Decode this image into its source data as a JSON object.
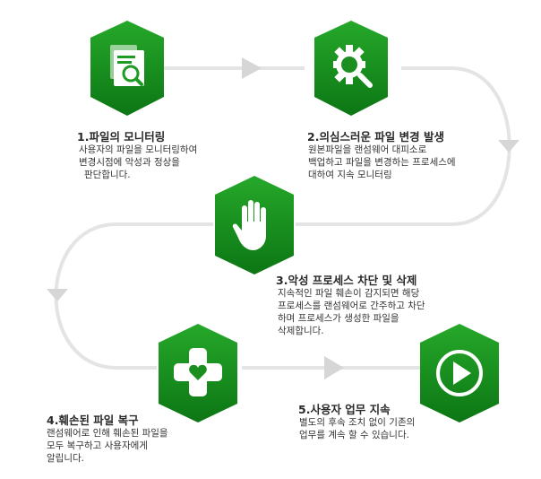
{
  "colors": {
    "green_dark": "#0f7d17",
    "green": "#1f9a23",
    "connector": "#e4e4e4",
    "arrow": "#d8d8d8",
    "title_text": "#2a2a2a",
    "body_text": "#333333"
  },
  "steps": [
    {
      "title": "1.파일의 모니터링",
      "icon": "document-search-icon",
      "desc": [
        "사용자의 파일을 모니터링하여",
        "변경시점에 악성과 정상을",
        "판단합니다."
      ]
    },
    {
      "title": "2.의심스러운 파일 변경 발생",
      "icon": "gear-magnifier-icon",
      "desc": [
        "원본파일을 랜섬웨어 대피소로",
        "백업하고 파일을 변경하는 프로세스에",
        "대하여 지속 모니터링"
      ]
    },
    {
      "title": "3.악성 프로세스 차단 및 삭제",
      "icon": "stop-hand-icon",
      "desc": [
        "지속적인 파일 훼손이 감지되면 해당",
        "프로세스를 랜섬웨어로 간주하고 차단",
        "하며 프로세스가 생성한 파일을",
        "삭제합니다."
      ]
    },
    {
      "title": "4.훼손된 파일 복구",
      "icon": "medical-cross-heart-icon",
      "desc": [
        "랜섬웨어로 인해 훼손된 파일을",
        "모두 복구하고 사용자에게",
        "알립니다."
      ]
    },
    {
      "title": "5.사용자 업무 지속",
      "icon": "play-circle-icon",
      "desc": [
        "별도의 후속 조치 없이 기존의",
        "업무를 계속 할 수 있습니다."
      ]
    }
  ]
}
